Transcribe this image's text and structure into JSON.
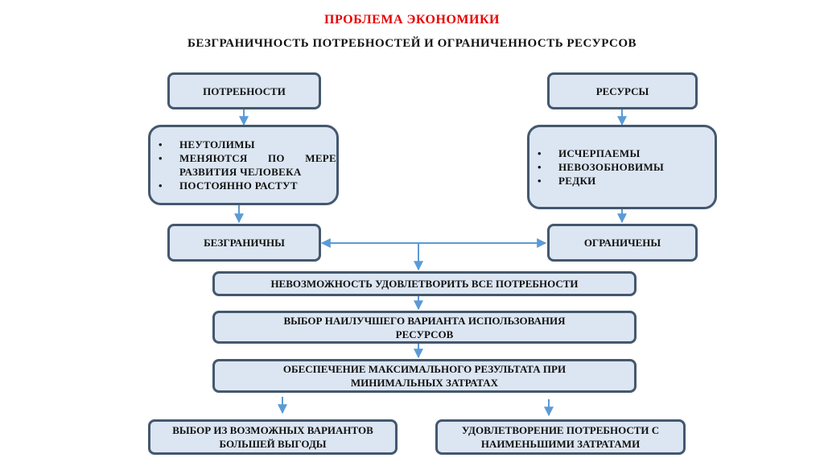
{
  "header": {
    "title": "ПРОБЛЕМА ЭКОНОМИКИ",
    "subtitle": "БЕЗГРАНИЧНОСТЬ ПОТРЕБНОСТЕЙ И ОГРАНИЧЕННОСТЬ РЕСУРСОВ"
  },
  "left": {
    "head": "ПОТРЕБНОСТИ",
    "props": [
      "НЕУТОЛИМЫ",
      "МЕНЯЮТСЯ ПО МЕРЕ РАЗВИТИЯ ЧЕЛОВЕКА",
      "ПОСТОЯННО РАСТУТ"
    ],
    "result": "БЕЗГРАНИЧНЫ"
  },
  "right": {
    "head": "РЕСУРСЫ",
    "props": [
      "ИСЧЕРПАЕМЫ",
      "НЕВОЗОБНОВИМЫ",
      "РЕДКИ"
    ],
    "result": "ОГРАНИЧЕНЫ"
  },
  "center": {
    "step1": "НЕВОЗМОЖНОСТЬ УДОВЛЕТВОРИТЬ  ВСЕ ПОТРЕБНОСТИ",
    "step2": "ВЫБОР НАИЛУЧШЕГО ВАРИАНТА ИСПОЛЬЗОВАНИЯ РЕСУРСОВ",
    "step3": "ОБЕСПЕЧЕНИЕ МАКСИМАЛЬНОГО РЕЗУЛЬТАТА ПРИ МИНИМАЛЬНЫХ ЗАТРАТАХ"
  },
  "outcomes": {
    "left": "ВЫБОР ИЗ ВОЗМОЖНЫХ ВАРИАНТОВ БОЛЬШЕЙ ВЫГОДЫ",
    "right": "УДОВЛЕТВОРЕНИЕ ПОТРЕБНОСТИ С НАИМЕНЬШИМИ ЗАТРАТАМИ"
  },
  "colors": {
    "title": "#e60000",
    "box_fill": "#dce6f2",
    "box_border": "#44586e",
    "arrow": "#5b9bd5"
  }
}
